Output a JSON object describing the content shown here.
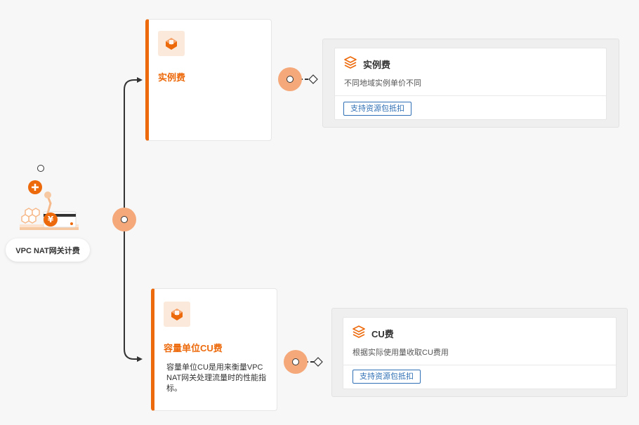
{
  "root": {
    "label": "VPC NAT网关计费",
    "illustration": "billing-illustration"
  },
  "fees": [
    {
      "title": "实例费",
      "description": "",
      "icon": "cube-icon"
    },
    {
      "title": "容量单位CU费",
      "description": "容量单位CU是用来衡量VPC NAT网关处理流量时的性能指标。",
      "icon": "cube-icon"
    }
  ],
  "details": [
    {
      "title": "实例费",
      "description": "不同地域实例单价不同",
      "tag": "支持资源包抵扣",
      "icon": "layers-icon"
    },
    {
      "title": "CU费",
      "description": "根据实际使用量收取CU费用",
      "tag": "支持资源包抵扣",
      "icon": "layers-icon"
    }
  ],
  "colors": {
    "accent": "#ed6a0c",
    "connector": "#f5a97a",
    "link": "#2f6fb5"
  }
}
